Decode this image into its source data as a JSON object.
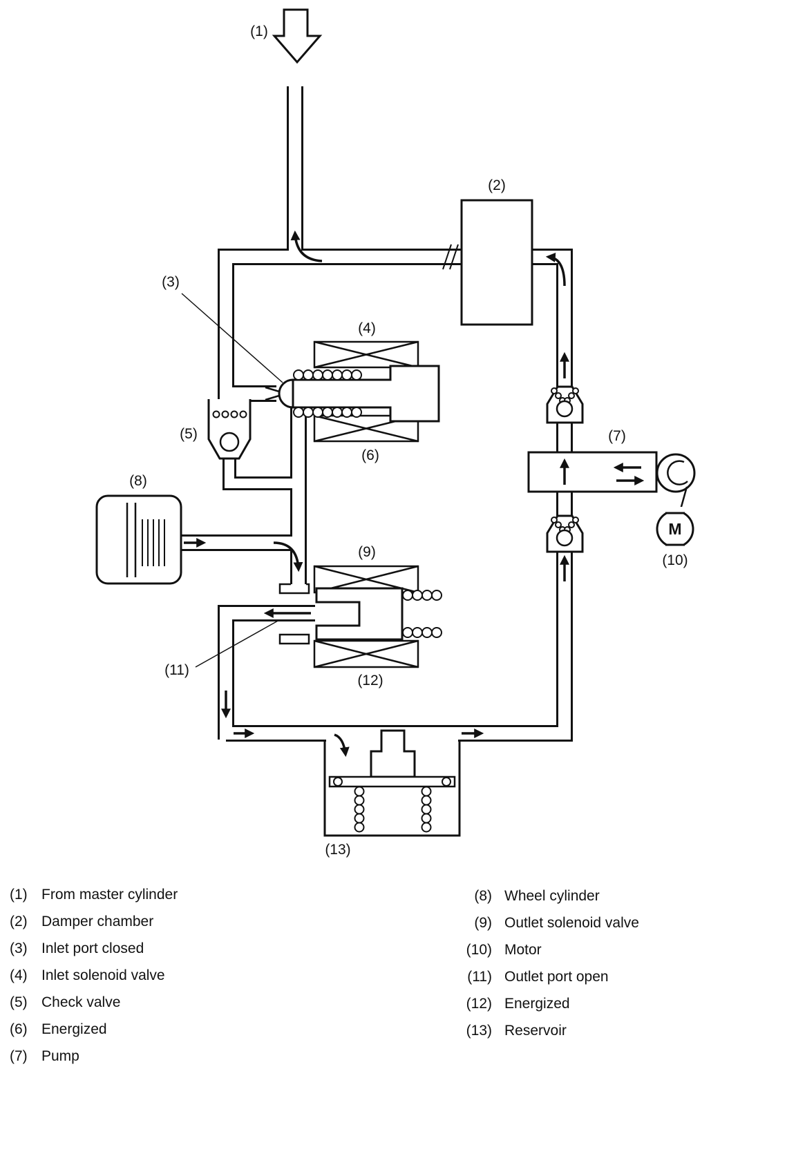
{
  "diagram": {
    "callouts": {
      "c1": "(1)",
      "c2": "(2)",
      "c3": "(3)",
      "c4": "(4)",
      "c5": "(5)",
      "c6": "(6)",
      "c7": "(7)",
      "c8": "(8)",
      "c9": "(9)",
      "c10": "(10)",
      "c11": "(11)",
      "c12": "(12)",
      "c13": "(13)"
    },
    "motor_label": "M"
  },
  "legend": {
    "left": [
      {
        "num": "(1)",
        "text": "From master cylinder"
      },
      {
        "num": "(2)",
        "text": "Damper chamber"
      },
      {
        "num": "(3)",
        "text": "Inlet port closed"
      },
      {
        "num": "(4)",
        "text": "Inlet solenoid valve"
      },
      {
        "num": "(5)",
        "text": "Check valve"
      },
      {
        "num": "(6)",
        "text": "Energized"
      },
      {
        "num": "(7)",
        "text": "Pump"
      }
    ],
    "right": [
      {
        "num": "(8)",
        "text": "Wheel cylinder"
      },
      {
        "num": "(9)",
        "text": "Outlet solenoid valve"
      },
      {
        "num": "(10)",
        "text": "Motor"
      },
      {
        "num": "(11)",
        "text": "Outlet port open"
      },
      {
        "num": "(12)",
        "text": "Energized"
      },
      {
        "num": "(13)",
        "text": "Reservoir"
      }
    ]
  },
  "colors": {
    "line": "#111111",
    "background": "#ffffff"
  }
}
